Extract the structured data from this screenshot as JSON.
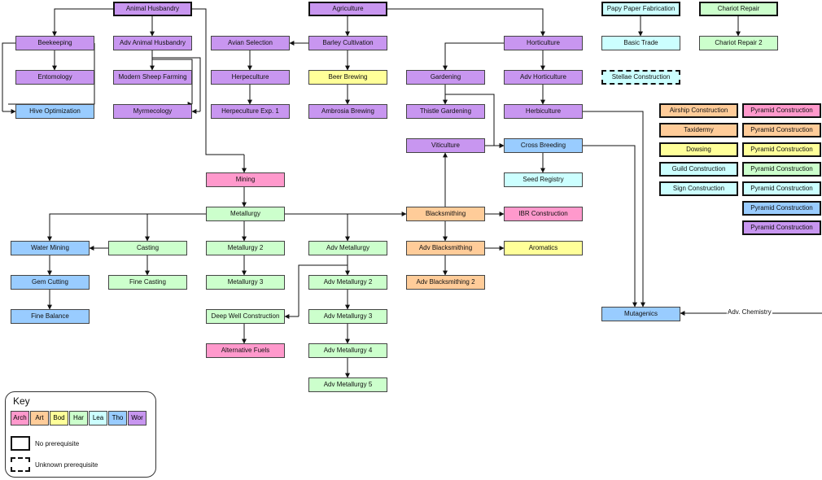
{
  "nodes": [
    {
      "id": "animal-husbandry",
      "label": "Animal Husbandry",
      "color": "wor",
      "border": "bold"
    },
    {
      "id": "agriculture",
      "label": "Agriculture",
      "color": "wor",
      "border": "bold"
    },
    {
      "id": "papy-paper-fabrication",
      "label": "Papy Paper Fabrication",
      "color": "lea",
      "border": "bold"
    },
    {
      "id": "chariot-repair",
      "label": "Chariot Repair",
      "color": "har",
      "border": "bold"
    },
    {
      "id": "beekeeping",
      "label": "Beekeeping",
      "color": "wor",
      "border": "normal"
    },
    {
      "id": "adv-animal-husbandry",
      "label": "Adv Animal Husbandry",
      "color": "wor",
      "border": "normal"
    },
    {
      "id": "avian-selection",
      "label": "Avian Selection",
      "color": "wor",
      "border": "normal"
    },
    {
      "id": "barley-cultivation",
      "label": "Barley Cultivation",
      "color": "wor",
      "border": "normal"
    },
    {
      "id": "horticulture",
      "label": "Horticulture",
      "color": "wor",
      "border": "normal"
    },
    {
      "id": "basic-trade",
      "label": "Basic Trade",
      "color": "lea",
      "border": "normal"
    },
    {
      "id": "chariot-repair-2",
      "label": "Chariot Repair 2",
      "color": "har",
      "border": "normal"
    },
    {
      "id": "entomology",
      "label": "Entomology",
      "color": "wor",
      "border": "normal"
    },
    {
      "id": "modern-sheep-farming",
      "label": "Modern Sheep Farming",
      "color": "wor",
      "border": "normal"
    },
    {
      "id": "herpeculture",
      "label": "Herpeculture",
      "color": "wor",
      "border": "normal"
    },
    {
      "id": "beer-brewing",
      "label": "Beer Brewing",
      "color": "bod",
      "border": "normal"
    },
    {
      "id": "gardening",
      "label": "Gardening",
      "color": "wor",
      "border": "normal"
    },
    {
      "id": "adv-horticulture",
      "label": "Adv Horticulture",
      "color": "wor",
      "border": "normal"
    },
    {
      "id": "stellae-construction",
      "label": "Stellae Construction",
      "color": "lea",
      "border": "dashed"
    },
    {
      "id": "hive-optimization",
      "label": "Hive Optimization",
      "color": "tho",
      "border": "normal"
    },
    {
      "id": "myrmecology",
      "label": "Myrmecology",
      "color": "wor",
      "border": "normal"
    },
    {
      "id": "herpeculture-exp-1",
      "label": "Herpeculture Exp. 1",
      "color": "wor",
      "border": "normal"
    },
    {
      "id": "ambrosia-brewing",
      "label": "Ambrosia Brewing",
      "color": "wor",
      "border": "normal"
    },
    {
      "id": "thistle-gardening",
      "label": "Thistle Gardening",
      "color": "wor",
      "border": "normal"
    },
    {
      "id": "herbiculture",
      "label": "Herbiculture",
      "color": "wor",
      "border": "normal"
    },
    {
      "id": "airship-construction",
      "label": "Airship Construction",
      "color": "art",
      "border": "bold"
    },
    {
      "id": "pyramid-construction-1",
      "label": "Pyramid Construction",
      "color": "arch",
      "border": "bold"
    },
    {
      "id": "taxidermy",
      "label": "Taxidermy",
      "color": "art",
      "border": "bold"
    },
    {
      "id": "pyramid-construction-2",
      "label": "Pyramid Construction",
      "color": "art",
      "border": "bold"
    },
    {
      "id": "viticulture",
      "label": "Viticulture",
      "color": "wor",
      "border": "normal"
    },
    {
      "id": "cross-breeding",
      "label": "Cross Breeding",
      "color": "tho",
      "border": "normal"
    },
    {
      "id": "dowsing",
      "label": "Dowsing",
      "color": "bod",
      "border": "bold"
    },
    {
      "id": "pyramid-construction-3",
      "label": "Pyramid Construction",
      "color": "bod",
      "border": "bold"
    },
    {
      "id": "guild-construction",
      "label": "Guild Construction",
      "color": "lea",
      "border": "bold"
    },
    {
      "id": "pyramid-construction-4",
      "label": "Pyramid Construction",
      "color": "har",
      "border": "bold"
    },
    {
      "id": "mining",
      "label": "Mining",
      "color": "arch",
      "border": "normal"
    },
    {
      "id": "seed-registry",
      "label": "Seed Registry",
      "color": "lea",
      "border": "normal"
    },
    {
      "id": "sign-construction",
      "label": "Sign Construction",
      "color": "lea",
      "border": "bold"
    },
    {
      "id": "pyramid-construction-5",
      "label": "Pyramid Construction",
      "color": "lea",
      "border": "bold"
    },
    {
      "id": "pyramid-construction-6",
      "label": "Pyramid Construction",
      "color": "tho",
      "border": "bold"
    },
    {
      "id": "metallurgy",
      "label": "Metallurgy",
      "color": "har",
      "border": "normal"
    },
    {
      "id": "blacksmithing",
      "label": "Blacksmithing",
      "color": "art",
      "border": "normal"
    },
    {
      "id": "ibr-construction",
      "label": "IBR Construction",
      "color": "arch",
      "border": "normal"
    },
    {
      "id": "pyramid-construction-7",
      "label": "Pyramid Construction",
      "color": "wor",
      "border": "bold"
    },
    {
      "id": "water-mining",
      "label": "Water Mining",
      "color": "tho",
      "border": "normal"
    },
    {
      "id": "casting",
      "label": "Casting",
      "color": "har",
      "border": "normal"
    },
    {
      "id": "metallurgy-2",
      "label": "Metallurgy 2",
      "color": "har",
      "border": "normal"
    },
    {
      "id": "adv-metallurgy",
      "label": "Adv Metallurgy",
      "color": "har",
      "border": "normal"
    },
    {
      "id": "adv-blacksmithing",
      "label": "Adv Blacksmithing",
      "color": "art",
      "border": "normal"
    },
    {
      "id": "aromatics",
      "label": "Aromatics",
      "color": "bod",
      "border": "normal"
    },
    {
      "id": "gem-cutting",
      "label": "Gem Cutting",
      "color": "tho",
      "border": "normal"
    },
    {
      "id": "fine-casting",
      "label": "Fine Casting",
      "color": "har",
      "border": "normal"
    },
    {
      "id": "metallurgy-3",
      "label": "Metallurgy 3",
      "color": "har",
      "border": "normal"
    },
    {
      "id": "adv-metallurgy-2",
      "label": "Adv Metallurgy 2",
      "color": "har",
      "border": "normal"
    },
    {
      "id": "adv-blacksmithing-2",
      "label": "Adv Blacksmithing 2",
      "color": "art",
      "border": "normal"
    },
    {
      "id": "fine-balance",
      "label": "Fine Balance",
      "color": "tho",
      "border": "normal"
    },
    {
      "id": "deep-well-construction",
      "label": "Deep Well Construction",
      "color": "har",
      "border": "normal"
    },
    {
      "id": "adv-metallurgy-3",
      "label": "Adv Metallurgy 3",
      "color": "har",
      "border": "normal"
    },
    {
      "id": "mutagenics",
      "label": "Mutagenics",
      "color": "tho",
      "border": "normal"
    },
    {
      "id": "alternative-fuels",
      "label": "Alternative Fuels",
      "color": "arch",
      "border": "normal"
    },
    {
      "id": "adv-metallurgy-4",
      "label": "Adv Metallurgy 4",
      "color": "har",
      "border": "normal"
    },
    {
      "id": "adv-metallurgy-5",
      "label": "Adv Metallurgy 5",
      "color": "har",
      "border": "normal"
    }
  ],
  "external_label": "Adv. Chemistry",
  "key": {
    "title": "Key",
    "swatches": [
      {
        "abbr": "Arch",
        "color": "arch"
      },
      {
        "abbr": "Art",
        "color": "art"
      },
      {
        "abbr": "Bod",
        "color": "bod"
      },
      {
        "abbr": "Har",
        "color": "har"
      },
      {
        "abbr": "Lea",
        "color": "lea"
      },
      {
        "abbr": "Tho",
        "color": "tho"
      },
      {
        "abbr": "Wor",
        "color": "wor"
      }
    ],
    "no_prereq_label": "No prerequisite",
    "unknown_prereq_label": "Unknown prerequisite"
  },
  "colors": {
    "wor": "#c896f0",
    "bod": "#ffff99",
    "har": "#ccffcc",
    "lea": "#ccffff",
    "tho": "#99ccff",
    "art": "#ffcc99",
    "arch": "#ff99cc"
  }
}
